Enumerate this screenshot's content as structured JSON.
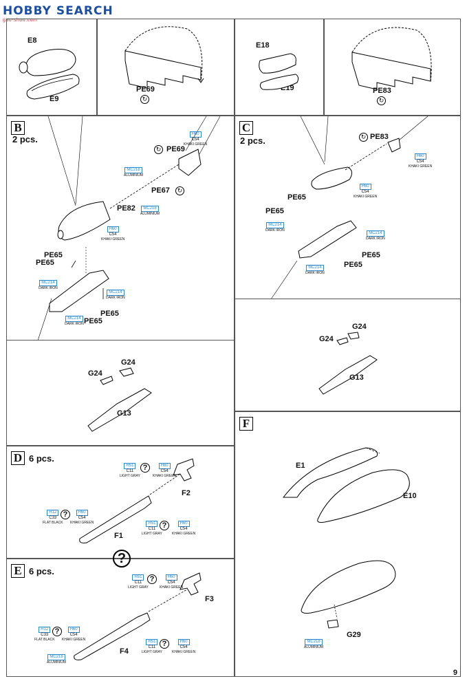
{
  "watermark": {
    "logo": "HOBBY SEARCH",
    "url": "gao-shou.com"
  },
  "page_number": "9",
  "top_panels": {
    "left_a": {
      "parts": [
        "E8",
        "E9"
      ]
    },
    "left_b": {
      "part": "PE69"
    },
    "right_a": {
      "parts": [
        "E18",
        "E19"
      ]
    },
    "right_b": {
      "part": "PE83"
    }
  },
  "sections": {
    "B": {
      "letter": "B",
      "quantity": "2 pcs.",
      "labels": [
        "PE69",
        "PE67",
        "PE82",
        "PE65",
        "PE65",
        "PE65",
        "PE65"
      ],
      "sub": {
        "labels": [
          "G24",
          "G24",
          "G13"
        ]
      }
    },
    "C": {
      "letter": "C",
      "quantity": "2 pcs.",
      "labels": [
        "PE83",
        "PE65",
        "PE65",
        "PE65",
        "PE65"
      ],
      "sub": {
        "labels": [
          "G24",
          "G24",
          "G13"
        ]
      }
    },
    "D": {
      "letter": "D",
      "quantity": "6 pcs.",
      "labels": [
        "F2",
        "F1"
      ]
    },
    "E": {
      "letter": "E",
      "quantity": "6 pcs.",
      "labels": [
        "F3",
        "F4"
      ]
    },
    "F": {
      "letter": "F",
      "labels": [
        "E1",
        "E10",
        "G29"
      ]
    }
  },
  "paint_codes": {
    "khaki": {
      "h": "H60",
      "c": "C54",
      "name": "KHAKI GREEN"
    },
    "alu": {
      "h": "MC218",
      "name": "ALUMINIUM"
    },
    "iron": {
      "h": "MC214",
      "name": "DARK IRON"
    },
    "gray": {
      "h": "H51",
      "c": "C11",
      "name": "LIGHT GRAY"
    },
    "black": {
      "h": "H12",
      "c": "C33",
      "name": "FLAT BLACK"
    }
  },
  "unknown_symbol": "?",
  "bend_symbol": "↻"
}
